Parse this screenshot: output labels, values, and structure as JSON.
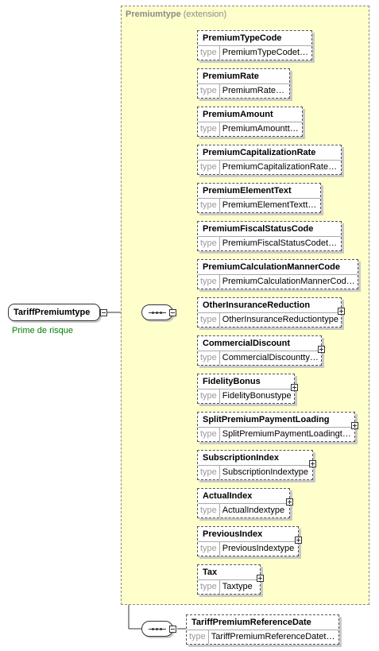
{
  "root": {
    "name": "TariffPremiumtype",
    "documentation": "Prime de risque"
  },
  "extension": {
    "name": "Premiumtype",
    "suffix": "(extension)"
  },
  "type_key": "type",
  "elements": [
    {
      "name": "PremiumTypeCode",
      "type": "PremiumTypeCodetype",
      "expandable": false
    },
    {
      "name": "PremiumRate",
      "type": "PremiumRatetype",
      "expandable": false
    },
    {
      "name": "PremiumAmount",
      "type": "PremiumAmounttype",
      "expandable": false
    },
    {
      "name": "PremiumCapitalizationRate",
      "type": "PremiumCapitalizationRatetype",
      "expandable": false
    },
    {
      "name": "PremiumElementText",
      "type": "PremiumElementTexttype",
      "expandable": false
    },
    {
      "name": "PremiumFiscalStatusCode",
      "type": "PremiumFiscalStatusCodetype",
      "expandable": false
    },
    {
      "name": "PremiumCalculationMannerCode",
      "type": "PremiumCalculationMannerCodet...",
      "expandable": false
    },
    {
      "name": "OtherInsuranceReduction",
      "type": "OtherInsuranceReductiontype",
      "expandable": true
    },
    {
      "name": "CommercialDiscount",
      "type": "CommercialDiscounttype",
      "expandable": true
    },
    {
      "name": "FidelityBonus",
      "type": "FidelityBonustype",
      "expandable": true
    },
    {
      "name": "SplitPremiumPaymentLoading",
      "type": "SplitPremiumPaymentLoadingtype",
      "expandable": true
    },
    {
      "name": "SubscriptionIndex",
      "type": "SubscriptionIndextype",
      "expandable": true
    },
    {
      "name": "ActualIndex",
      "type": "ActualIndextype",
      "expandable": true
    },
    {
      "name": "PreviousIndex",
      "type": "PreviousIndextype",
      "expandable": true
    },
    {
      "name": "Tax",
      "type": "Taxtype",
      "expandable": true
    }
  ],
  "second_sequence": [
    {
      "name": "TariffPremiumReferenceDate",
      "type": "TariffPremiumReferenceDatetype",
      "expandable": false
    }
  ]
}
